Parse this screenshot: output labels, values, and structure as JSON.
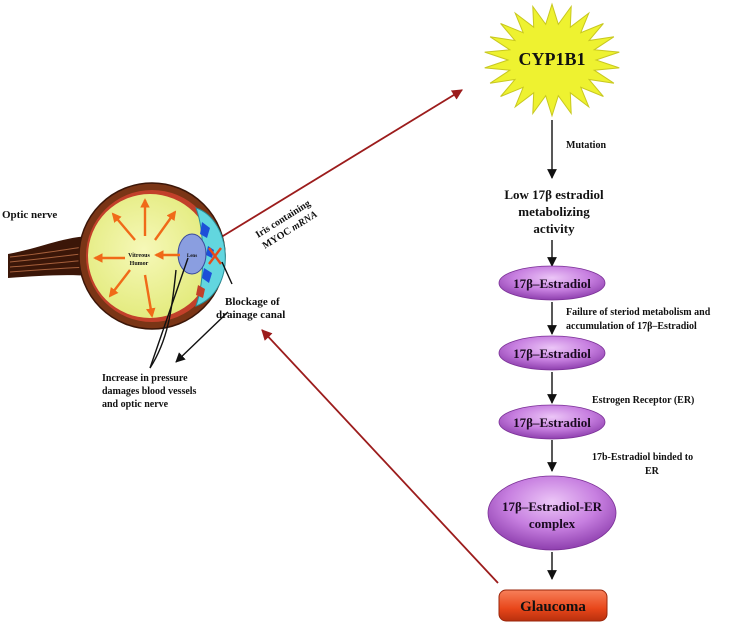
{
  "nodes": {
    "cyp1b1": "CYP1B1",
    "low_activity": [
      "Low 17β estradiol",
      "metabolizing",
      "activity"
    ],
    "estradiol_1": "17β–Estradiol",
    "estradiol_2": "17β–Estradiol",
    "estradiol_3": "17β–Estradiol",
    "complex": [
      "17β–Estradiol-ER",
      "complex"
    ],
    "glaucoma": "Glaucoma"
  },
  "step_labels": {
    "mutation": "Mutation",
    "failure": [
      "Failure of steriod metabolism and",
      "accumulation of 17β–Estradiol"
    ],
    "receptor": "Estrogen Receptor (ER)",
    "binded": [
      "17b-Estradiol binded to",
      "ER"
    ]
  },
  "eye_labels": {
    "optic_nerve": "Optic nerve",
    "vitreous": [
      "Vitreous",
      "Humor"
    ],
    "lens": "Lens",
    "iris": [
      "Iris containing",
      "MYOC mRNA"
    ],
    "blockage": [
      "Blockage of",
      "drainage canal"
    ],
    "pressure": [
      "Increase in pressure",
      "damages blood vessels",
      "and optic nerve"
    ]
  },
  "colors": {
    "starburst": "#eef230",
    "ellipse": "#c77fe0",
    "glaucoma_box": "#e8461a",
    "red_arrow": "#9c1c1c",
    "orange_arrow": "#f06a18",
    "vitreous_fill": "#eef29a",
    "eye_wall": "#7a3516",
    "cornea": "#62d6df",
    "lens": "#8a9ee0"
  }
}
